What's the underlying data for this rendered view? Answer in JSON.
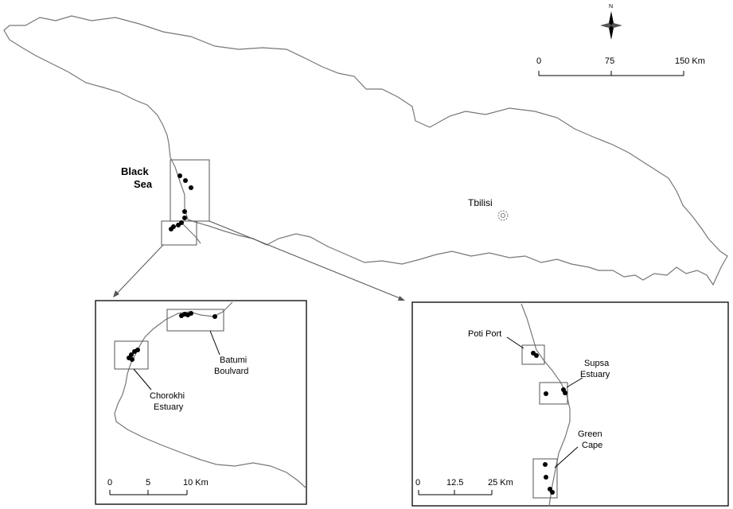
{
  "map": {
    "sea_label_line1": "Black",
    "sea_label_line2": "Sea",
    "capital_label": "Tbilisi",
    "north_label": "N",
    "main_scale": {
      "ticks": [
        "0",
        "75",
        "150 Km"
      ]
    },
    "inset_left": {
      "labels": {
        "batumi_line1": "Batumi",
        "batumi_line2": "Boulvard",
        "chorokhi_line1": "Chorokhi",
        "chorokhi_line2": "Estuary"
      },
      "scale": {
        "ticks": [
          "0",
          "5",
          "10 Km"
        ]
      }
    },
    "inset_right": {
      "labels": {
        "poti": "Poti Port",
        "supsa_line1": "Supsa",
        "supsa_line2": "Estuary",
        "green_line1": "Green",
        "green_line2": "Cape"
      },
      "scale": {
        "ticks": [
          "0",
          "12.5",
          "25 Km"
        ]
      }
    }
  }
}
